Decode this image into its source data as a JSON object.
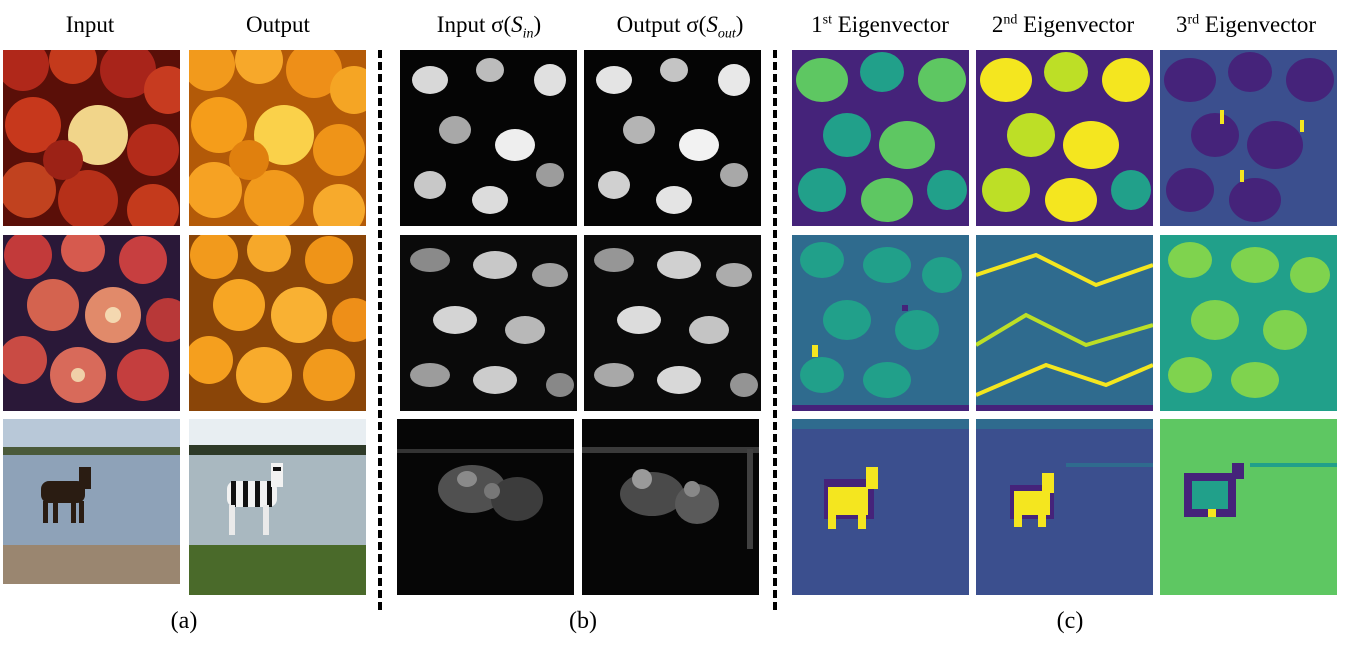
{
  "panel_a": {
    "input_label": "Input",
    "output_label": "Output",
    "caption": "(a)",
    "rows": [
      {
        "input": "red apples",
        "output": "oranges"
      },
      {
        "input": "red apples",
        "output": "oranges"
      },
      {
        "input": "horse in water",
        "output": "zebra in water"
      }
    ]
  },
  "panel_b": {
    "input_label_prefix": "Input σ(",
    "input_label_sym": "S",
    "input_label_sub": "in",
    "output_label_prefix": "Output σ(",
    "output_label_sym": "S",
    "output_label_sub": "out",
    "label_suffix": ")",
    "caption": "(b)"
  },
  "panel_c": {
    "col1_num": "1",
    "col1_sup": "st",
    "col2_num": "2",
    "col2_sup": "nd",
    "col3_num": "3",
    "col3_sup": "rd",
    "col_word": "Eigenvector",
    "caption": "(c)",
    "colors": {
      "dark": "#45237a",
      "blue": "#2f6b8e",
      "teal": "#21a08a",
      "green": "#5ec762",
      "yellow": "#f4e61f",
      "navy": "#3b4f8e"
    }
  }
}
